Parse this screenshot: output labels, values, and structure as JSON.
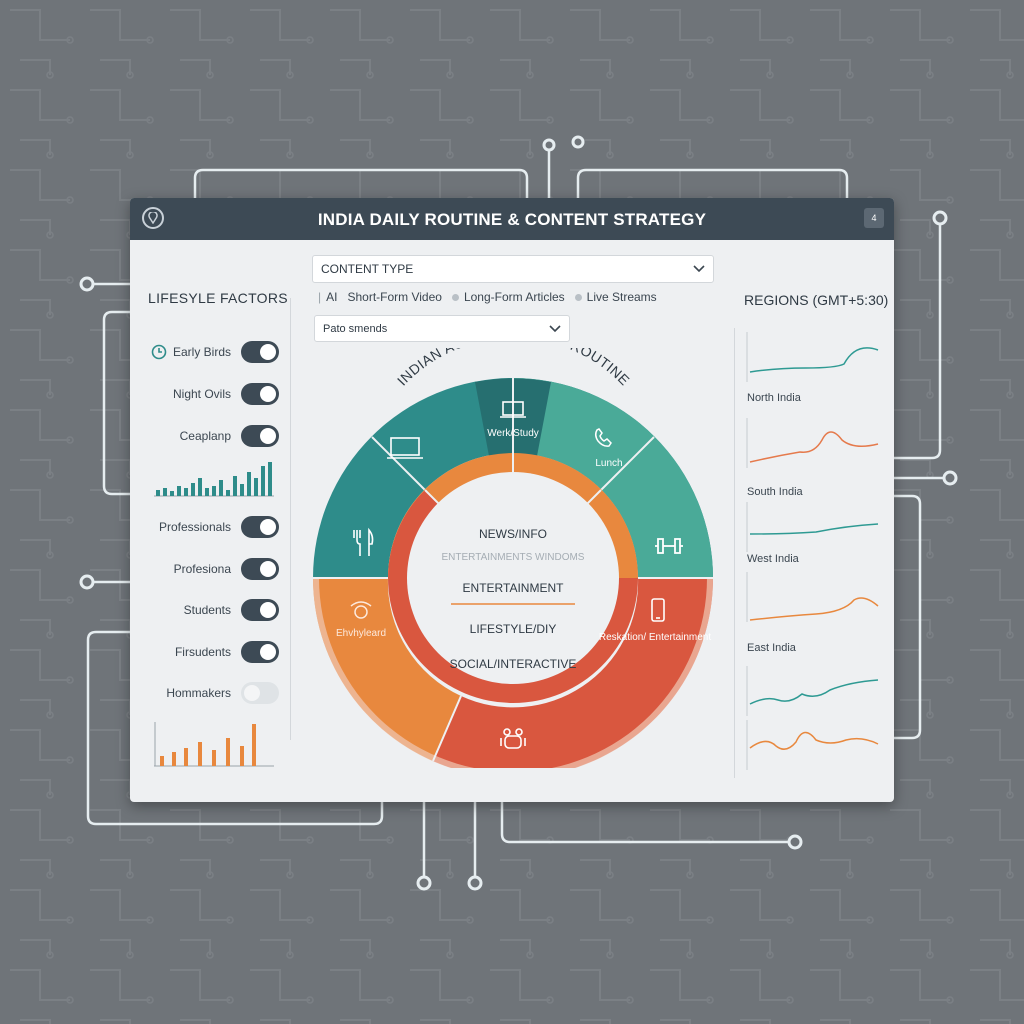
{
  "window": {
    "title": "INDIA DAILY ROUTINE & CONTENT STRATEGY"
  },
  "colors": {
    "teal": "#2e8c8a",
    "teal_light": "#4aaa98",
    "orange": "#e8883e",
    "red": "#d9573f",
    "dark": "#3d4a55",
    "background": "#6f7479"
  },
  "left_panel": {
    "title": "LIFESYLE FACTORS",
    "toggles": [
      {
        "label": "Early Birds",
        "on": true,
        "icon": "clock-icon"
      },
      {
        "label": "Night Ovils",
        "on": true
      },
      {
        "label": "Ceaplanp",
        "on": true
      },
      {
        "label": "Professionals",
        "on": true
      },
      {
        "label": "Profesiona",
        "on": true
      },
      {
        "label": "Students",
        "on": true
      },
      {
        "label": "Firsudents",
        "on": true
      },
      {
        "label": "Hommakers",
        "on": false
      }
    ]
  },
  "content_type": {
    "label": "CONTENT TYPE"
  },
  "filters": [
    {
      "label": "AI",
      "type": "pipe"
    },
    {
      "label": "Short-Form Video",
      "type": "none"
    },
    {
      "label": "Long-Form Articles",
      "type": "dot"
    },
    {
      "label": "Live Streams",
      "type": "dot"
    }
  ],
  "segment_select": {
    "label": "Pato smends"
  },
  "wheel": {
    "title": "INDIAN AUDIENCE DAILY ROUTINE",
    "outer_labels": {
      "work_study": "Werk/Study",
      "lunch": "Lunch",
      "relax": "Reskation/ Entertainment",
      "evening": "Ehvhyleard"
    },
    "icons": [
      "laptop-icon",
      "phone-icon",
      "fork-knife-icon",
      "dumbbell-icon",
      "smartphone-icon",
      "family-icon",
      "wifi-icon"
    ],
    "center_items": [
      "NEWS/INFO",
      "ENTERTAINMENTS WINDOMS",
      "ENTERTAINMENT",
      "LIFESTYLE/DIY",
      "SOCIAL/INTERACTIVE"
    ]
  },
  "regions": {
    "title": "REGIONS (GMT+5:30)",
    "labels": [
      "North India",
      "South India",
      "West India",
      "East India"
    ]
  }
}
